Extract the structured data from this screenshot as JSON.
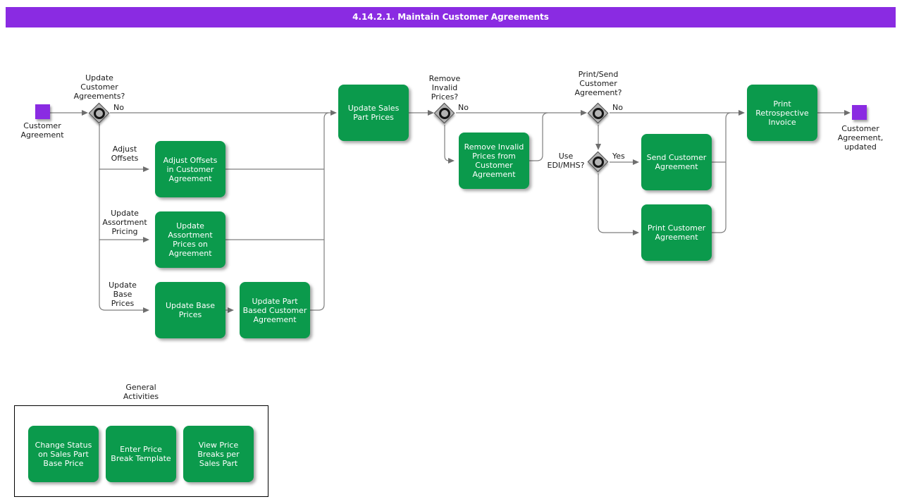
{
  "title": "4.14.2.1. Maintain Customer Agreements",
  "colors": {
    "title_bar": "#8A2BE2",
    "event_square": "#8A2BE2",
    "activity_green": "#0B9A4C",
    "connector_gray": "#7f7f7f"
  },
  "events": {
    "start": {
      "label": "Customer\nAgreement"
    },
    "end": {
      "label": "Customer\nAgreement,\nupdated"
    }
  },
  "gateways": {
    "update_customer_agreements": {
      "question": "Update\nCustomer\nAgreements?",
      "no_label": "No"
    },
    "remove_invalid_prices": {
      "question": "Remove\nInvalid\nPrices?",
      "no_label": "No"
    },
    "print_send_customer_agreement": {
      "question": "Print/Send\nCustomer\nAgreement?",
      "no_label": "No"
    },
    "use_edi_mhs": {
      "question": "Use\nEDI/MHS?",
      "yes_label": "Yes"
    }
  },
  "branch_labels": {
    "adjust_offsets": "Adjust\nOffsets",
    "update_assortment_pricing": "Update\nAssortment\nPricing",
    "update_base_prices": "Update\nBase\nPrices"
  },
  "activities": {
    "update_sales_part_prices": "Update Sales\nPart Prices",
    "adjust_offsets_in_customer_agreement": "Adjust Offsets\nin Customer\nAgreement",
    "update_assortment_prices_on_agreement": "Update\nAssortment\nPrices on\nAgreement",
    "update_base_prices": "Update Base\nPrices",
    "update_part_based_customer_agreement": "Update Part\nBased Customer\nAgreement",
    "remove_invalid_prices_from_customer_agreement": "Remove Invalid\nPrices from\nCustomer\nAgreement",
    "send_customer_agreement": "Send Customer\nAgreement",
    "print_customer_agreement": "Print Customer\nAgreement",
    "print_retrospective_invoice": "Print\nRetrospective\nInvoice"
  },
  "general_activities": {
    "label": "General\nActivities",
    "items": [
      "Change Status\non Sales Part\nBase Price",
      "Enter Price\nBreak Template",
      "View Price\nBreaks per\nSales Part"
    ]
  }
}
